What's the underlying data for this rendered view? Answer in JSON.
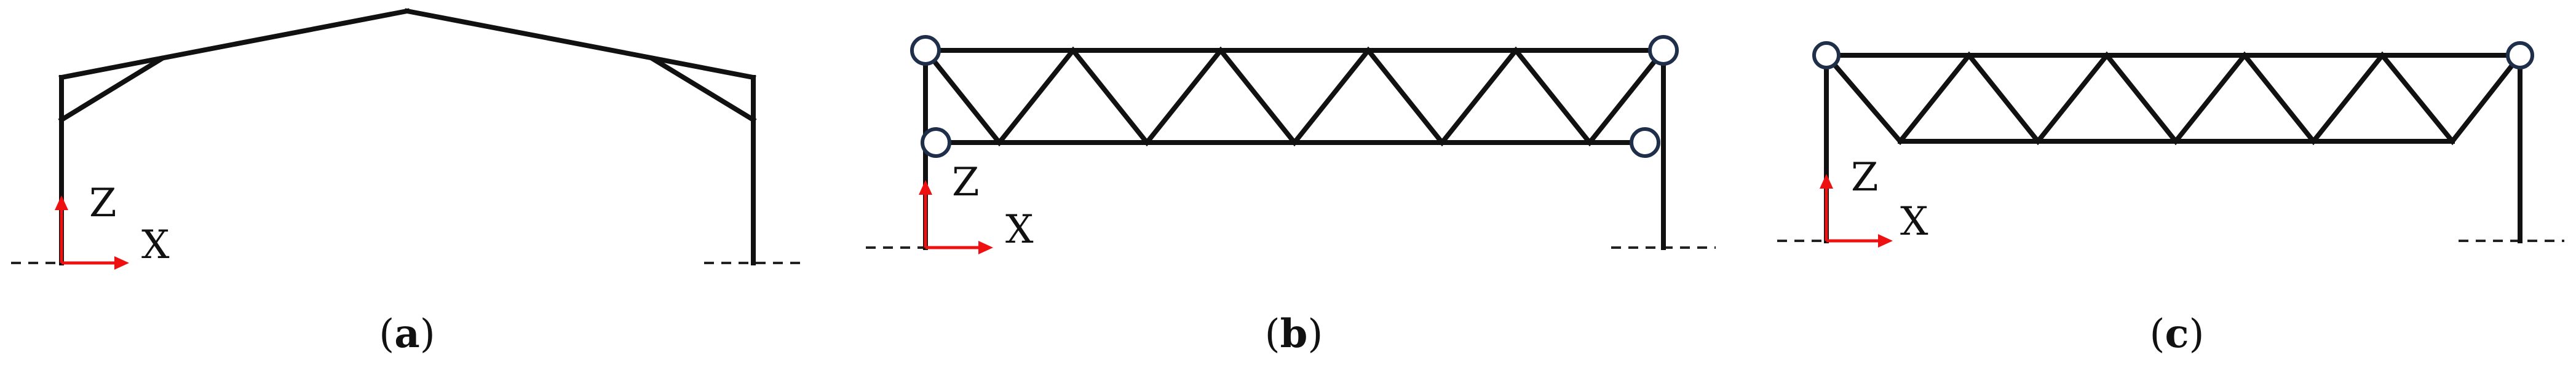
{
  "panels": [
    {
      "id": "a",
      "caption": {
        "open": "(",
        "letter": "a",
        "close": ")"
      },
      "axes": {
        "vertical": "Z",
        "horizontal": "X"
      }
    },
    {
      "id": "b",
      "caption": {
        "open": "(",
        "letter": "b",
        "close": ")"
      },
      "axes": {
        "vertical": "Z",
        "horizontal": "X"
      }
    },
    {
      "id": "c",
      "caption": {
        "open": "(",
        "letter": "c",
        "close": ")"
      },
      "axes": {
        "vertical": "Z",
        "horizontal": "X"
      }
    }
  ],
  "colors": {
    "member": "#111111",
    "axis": "#ee1111",
    "hinge_outline": "#1f2f4a",
    "background": "#ffffff"
  }
}
